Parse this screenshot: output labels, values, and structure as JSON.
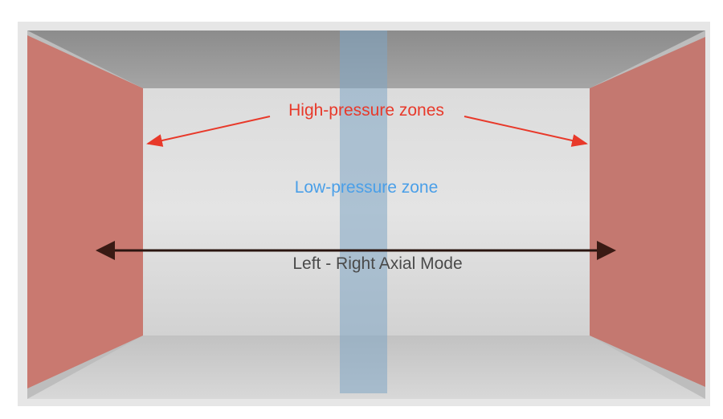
{
  "labels": {
    "high_pressure": "High-pressure zones",
    "low_pressure": "Low-pressure zone",
    "axial_mode": "Left - Right Axial Mode"
  },
  "colors": {
    "high_pressure": "#e8392a",
    "low_pressure": "#4a9fe8",
    "axial_mode": "#4a4a4a",
    "wall_red": "#c9756c",
    "strip_blue": "#8fb0c8"
  }
}
